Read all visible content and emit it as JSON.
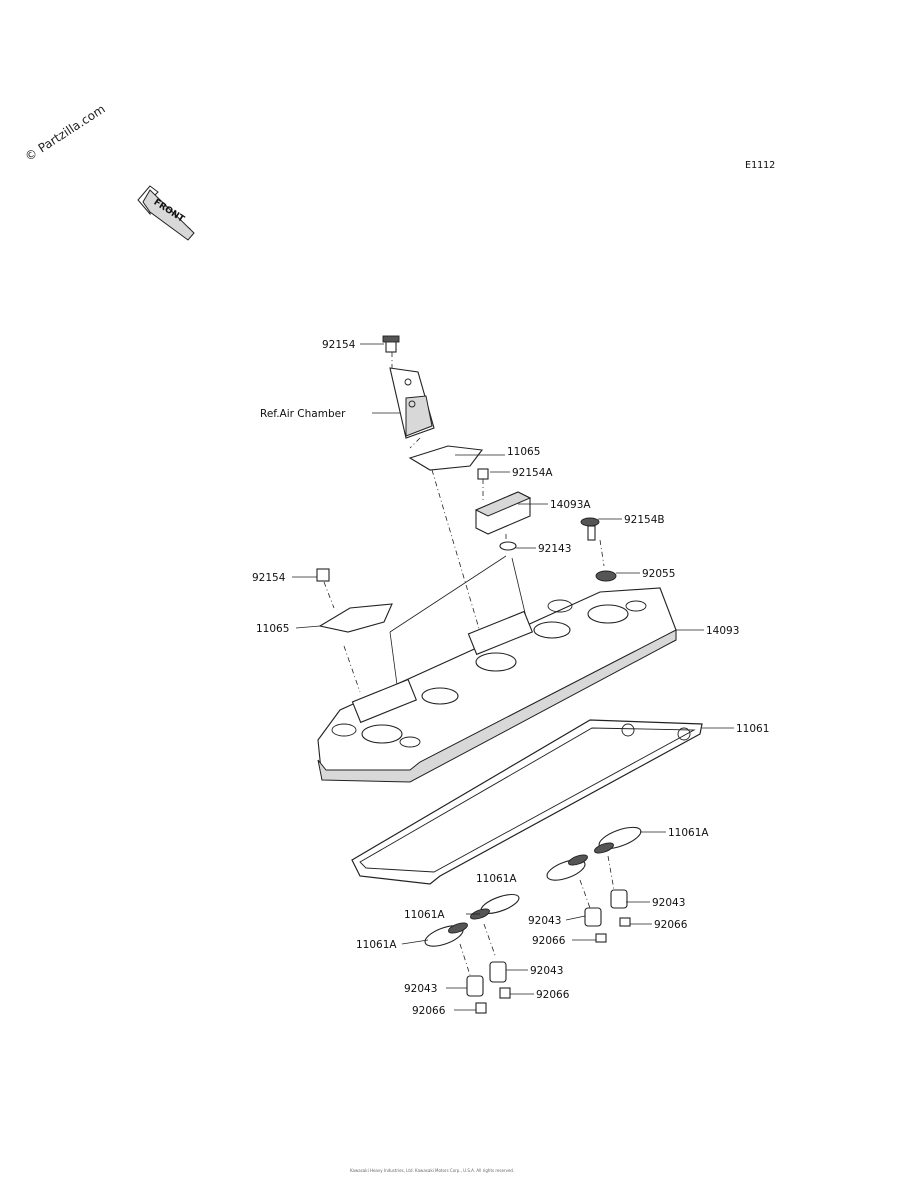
{
  "watermark": "© Partzilla.com",
  "diagram_code": "E1112",
  "front_arrow_label": "FRONT",
  "labels": {
    "bolt_top": "92154",
    "air_chamber": "Ref.Air Chamber",
    "gasket_upper": "11065",
    "bolt_a": "92154A",
    "cover_a": "14093A",
    "bolt_b": "92154B",
    "washer": "92143",
    "bolt_left": "92154",
    "grommet": "92055",
    "gasket_left": "11065",
    "head_cover": "14093",
    "cover_gasket": "11061",
    "plug_gasket_r": "11061A",
    "plug_gasket_m": "11061A",
    "plug_gasket_l1": "11061A",
    "plug_gasket_l2": "11061A",
    "collar_r1": "92043",
    "collar_r2": "92043",
    "collar_m": "92043",
    "collar_l": "92043",
    "cap_r1": "92066",
    "cap_r2": "92066",
    "cap_m": "92066",
    "cap_l": "92066"
  },
  "footer": "Kawasaki Heavy Industries, Ltd. Kawasaki Motors Corp., U.S.A. All rights reserved."
}
